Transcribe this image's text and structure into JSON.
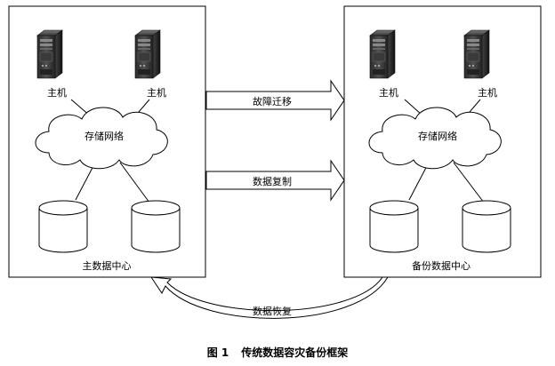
{
  "primary_center": {
    "title": "主数据中心",
    "hosts": [
      "主机",
      "主机"
    ],
    "network": "存储网络"
  },
  "backup_center": {
    "title": "备份数据中心",
    "hosts": [
      "主机",
      "主机"
    ],
    "network": "存储网络"
  },
  "arrows": {
    "failover": "故障迁移",
    "replication": "数据复制",
    "recovery": "数据恢复"
  },
  "caption": {
    "number": "图 1",
    "text": "传统数据容灾备份框架"
  },
  "icons": {
    "server": "server-tower-icon",
    "cloud": "cloud-icon",
    "storage": "database-cylinder-icon"
  }
}
